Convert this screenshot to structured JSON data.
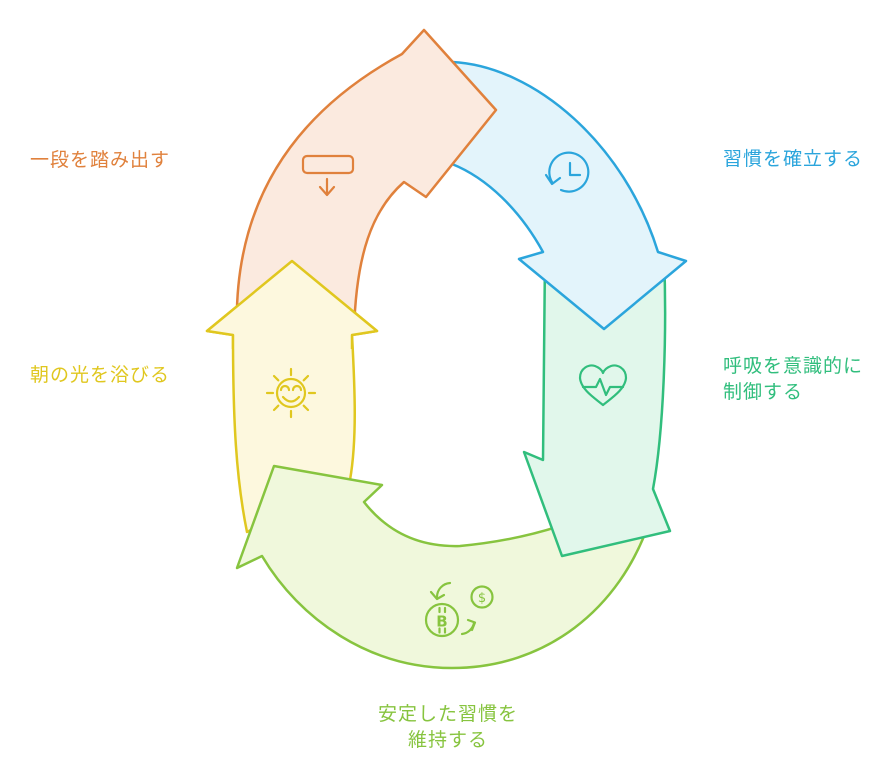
{
  "diagram": {
    "type": "cycle",
    "steps": [
      {
        "label": "一段を踏み出す",
        "color": "#E0813C",
        "fill": "#FBEADF",
        "icon": "insert-below-icon"
      },
      {
        "label": "習慣を確立する",
        "color": "#2BA5DC",
        "fill": "#E3F4FB",
        "icon": "clock-rotate-left-icon"
      },
      {
        "label": "呼吸を意識的に制御する",
        "line1": "呼吸を意識的に",
        "line2": "制御する",
        "color": "#31BE7D",
        "fill": "#E1F7EB",
        "icon": "heart-pulse-icon"
      },
      {
        "label": "安定した習慣を維持する",
        "line1": "安定した習慣を",
        "line2": "維持する",
        "color": "#87C43F",
        "fill": "#F0F8DC",
        "icon": "currency-exchange-icon"
      },
      {
        "label": "朝の光を浴びる",
        "color": "#E0C71F",
        "fill": "#FDF8DE",
        "icon": "sun-smiling-icon"
      }
    ],
    "exchange_icon": {
      "dollar_glyph": "$",
      "bitcoin_glyph": "B"
    }
  }
}
